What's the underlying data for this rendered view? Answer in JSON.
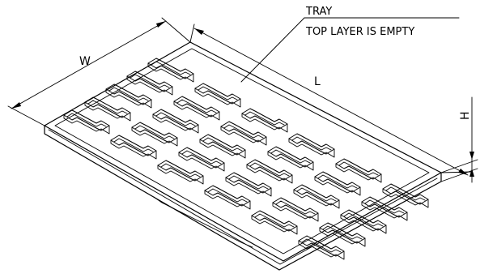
{
  "callout": {
    "line1": "TRAY",
    "line2": "TOP LAYER IS EMPTY"
  },
  "dimensions": {
    "width": "W",
    "length": "L",
    "height": "H"
  }
}
